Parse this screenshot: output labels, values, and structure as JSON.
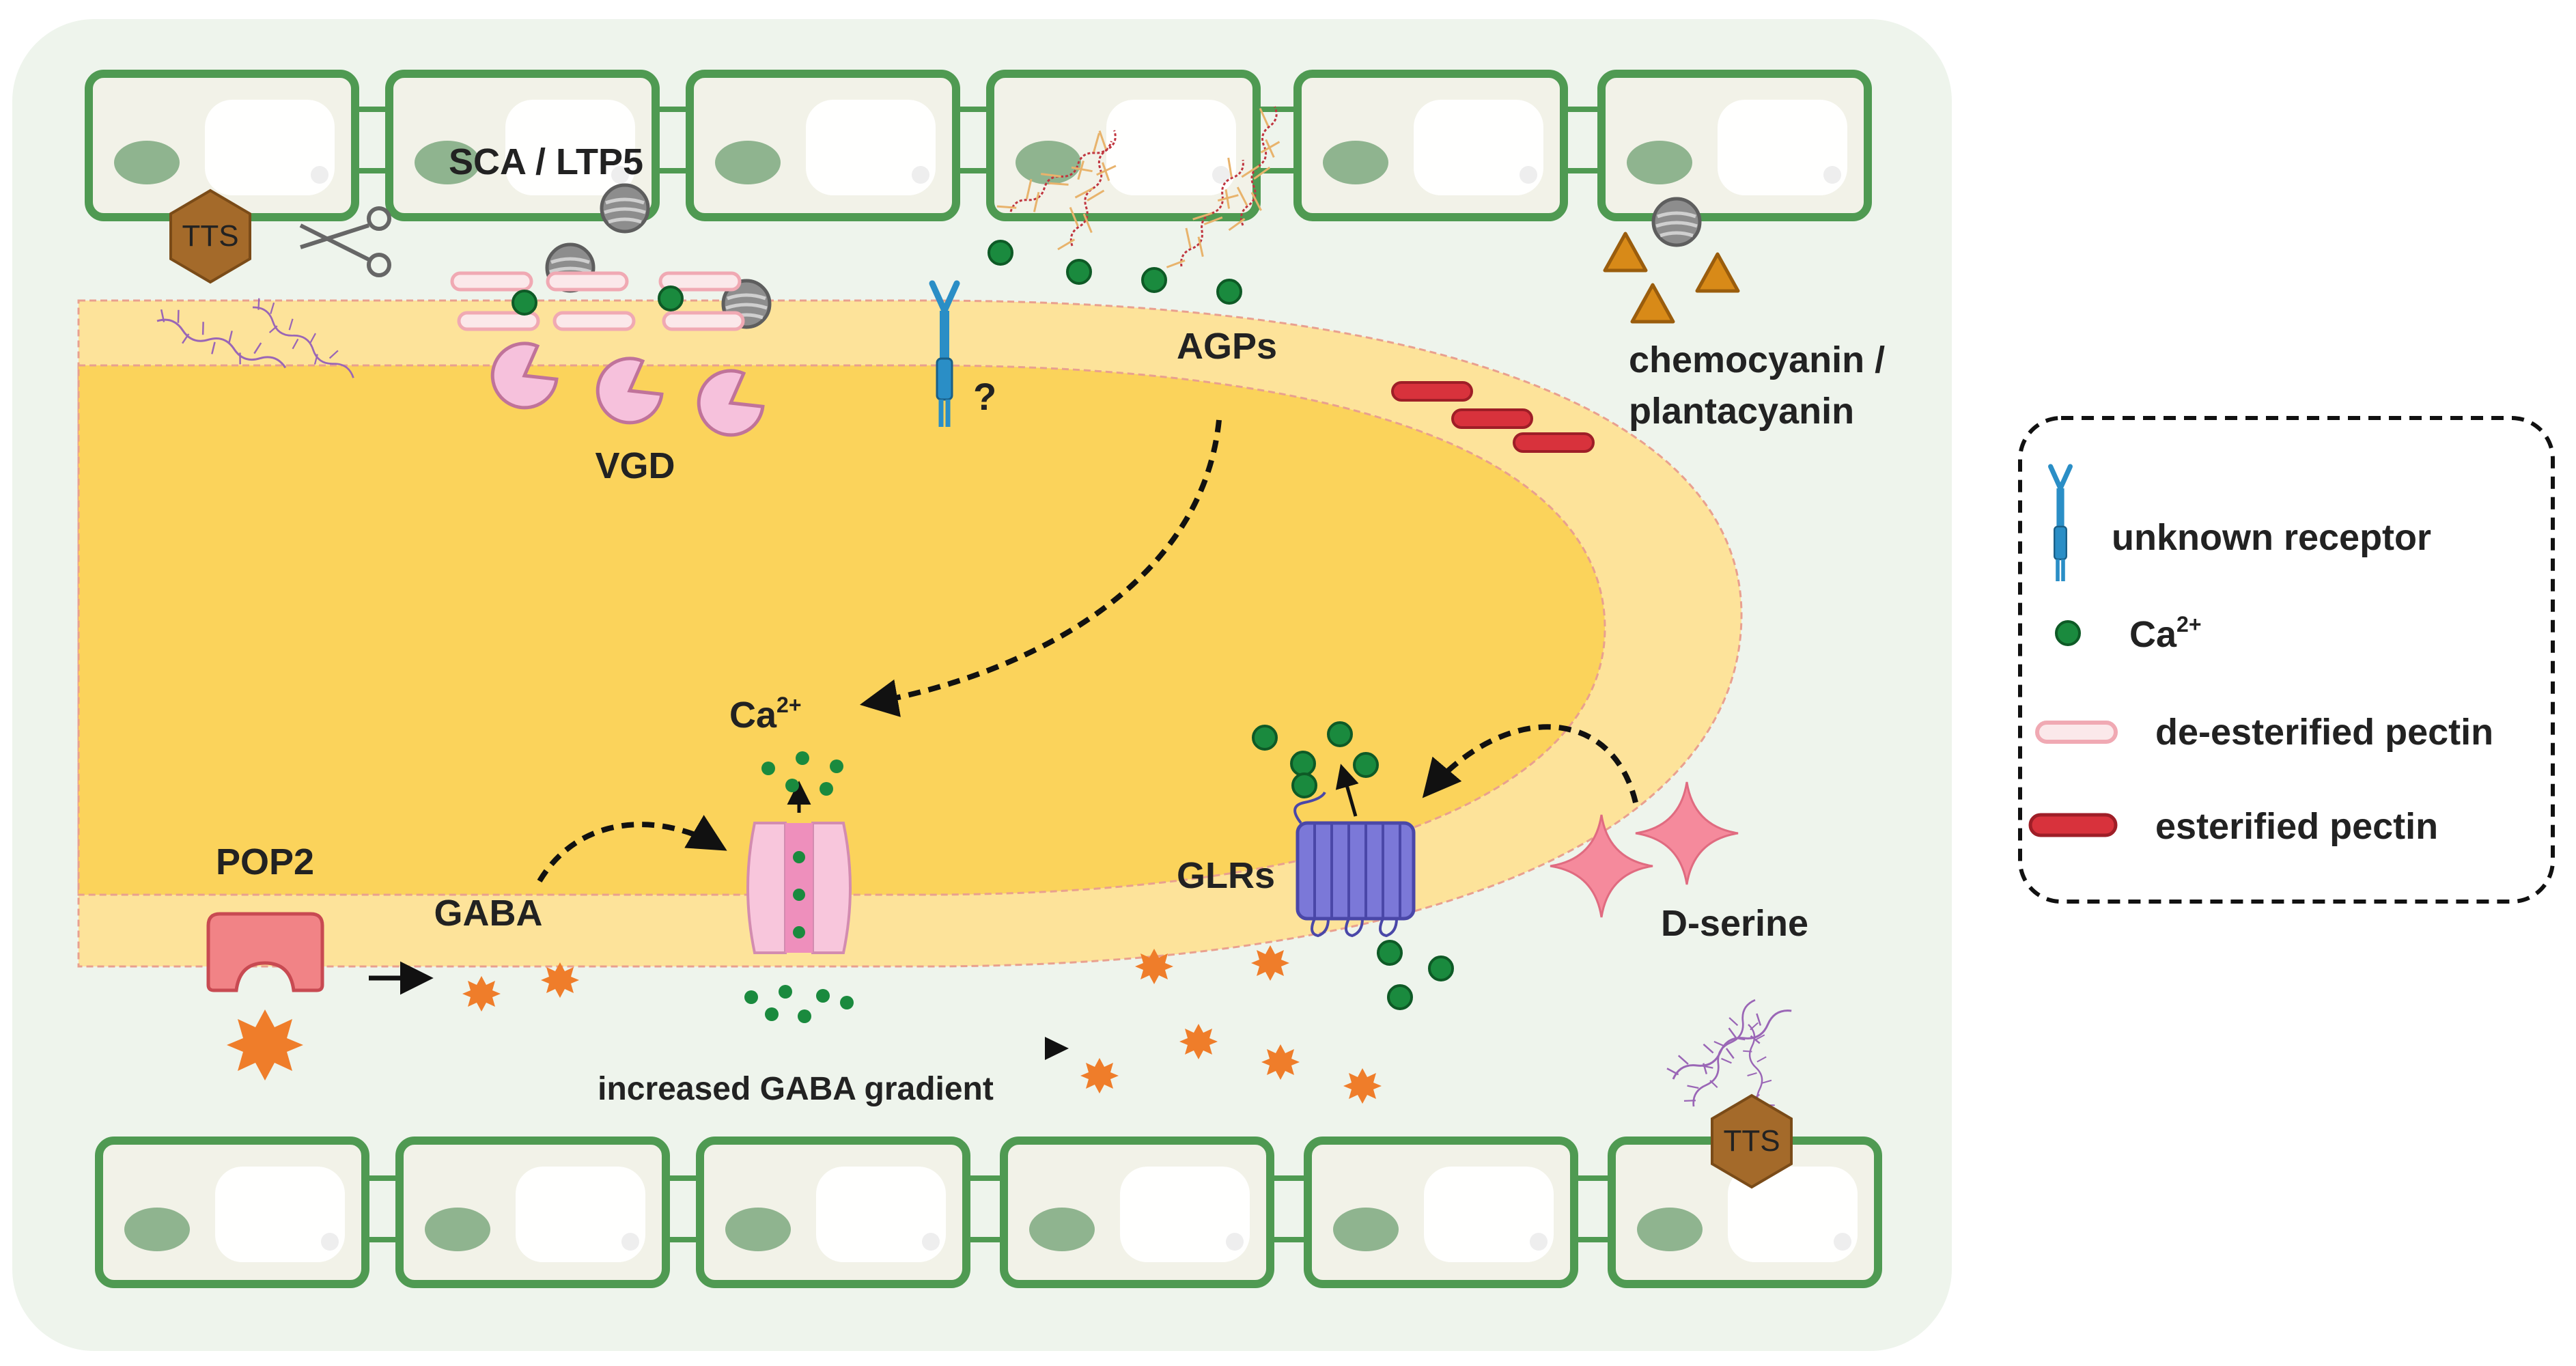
{
  "labels": {
    "sca_ltp5": "SCA / LTP5",
    "tts_top": "TTS",
    "tts_bottom": "TTS",
    "vgd": "VGD",
    "question": "?",
    "agps": "AGPs",
    "chemocyanin_line1": "chemocyanin /",
    "chemocyanin_line2": "plantacyanin",
    "ca_base": "Ca",
    "ca_sup": "2+",
    "glrs": "GLRs",
    "pop2": "POP2",
    "gaba": "GABA",
    "d_serine": "D-serine",
    "gaba_gradient": "increased GABA gradient"
  },
  "legend": {
    "unknown_receptor": "unknown receptor",
    "ca_base": "Ca",
    "ca_sup": "2+",
    "de_esterified_pectin": "de-esterified pectin",
    "esterified_pectin": "esterified pectin"
  },
  "colors": {
    "background_panel": "#eef4ec",
    "cell_border": "#4f9a52",
    "cell_fill": "#f2f2e8",
    "nucleus": "#8fb48f",
    "pollen_tube_wall": "#fde39a",
    "pollen_tube_cytoplasm": "#fbd35b",
    "calcium": "#1a8a3e",
    "gaba": "#ef7d2a",
    "esterified_pectin": "#d8323c",
    "de_esterified_pectin": "#f7c9cf",
    "vgd": "#f6c1dc",
    "receptor": "#2a8ec6",
    "glr": "#7b78d8",
    "tts": "#a46a2a",
    "chemocyanin": "#d88a18",
    "d_serine": "#f58a9c"
  },
  "icons": [
    "scissors-icon",
    "receptor-icon",
    "calcium-icon",
    "gaba-icon",
    "pectin-icon",
    "glr-channel-icon",
    "tts-hexagon-icon",
    "d-serine-star-icon"
  ]
}
